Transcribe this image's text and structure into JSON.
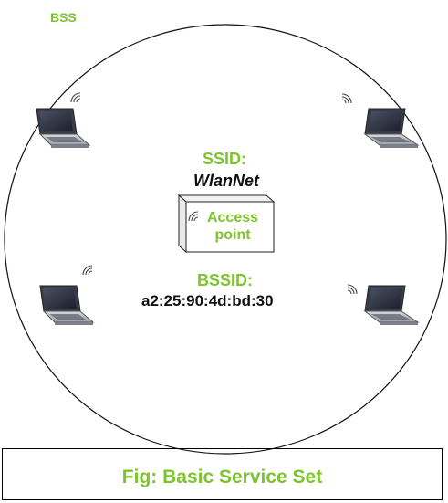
{
  "diagram": {
    "bss_label": "BSS",
    "ssid_label": "SSID:",
    "ssid_value": "WlanNet",
    "access_point_label": "Access point",
    "bssid_label": "BSSID:",
    "bssid_value": "a2:25:90:4d:bd:30",
    "caption": "Fig: Basic Service Set",
    "laptop_count": 4,
    "colors": {
      "label_green": "#7dc42d",
      "text_dark": "#111111",
      "laptop_dark": "#2a2d3a",
      "laptop_silver": "#b8bcc4"
    },
    "icons": [
      "wifi-signal-icon",
      "laptop-icon",
      "access-point-box-icon"
    ]
  }
}
